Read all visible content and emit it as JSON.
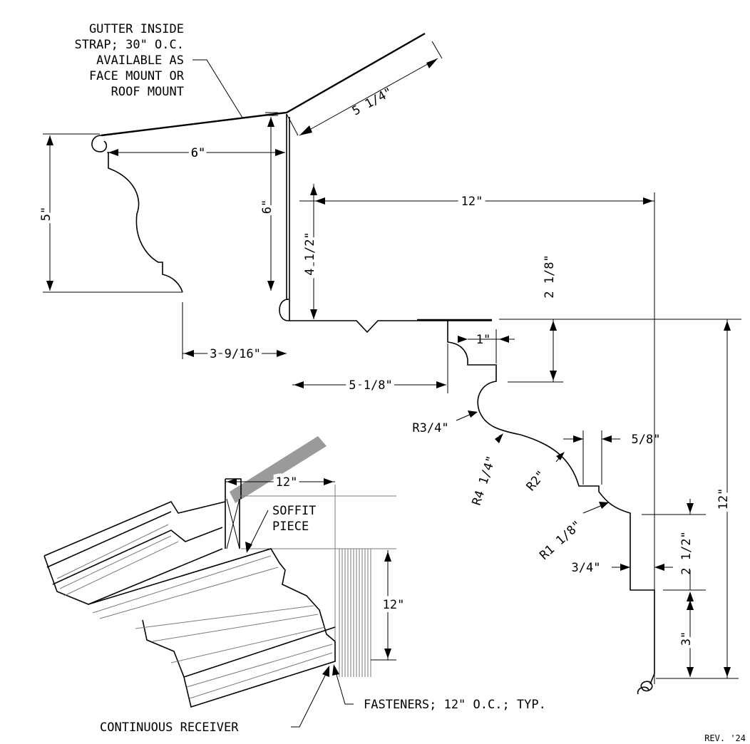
{
  "notes": {
    "gutter_strap": [
      "GUTTER INSIDE",
      "STRAP; 30\" O.C.",
      "AVAILABLE AS",
      "FACE MOUNT OR",
      "ROOF MOUNT"
    ],
    "soffit_piece": [
      "SOFFIT",
      "PIECE"
    ],
    "fasteners": "FASTENERS; 12\" O.C.; TYP.",
    "continuous_receiver": "CONTINUOUS RECEIVER",
    "revision": "REV. '24"
  },
  "dimensions": {
    "strap_length": "5 1/4\"",
    "gutter_width": "6\"",
    "gutter_height_left": "5\"",
    "gutter_height_back": "6\"",
    "drop": "4 1/2\"",
    "soffit_width": "12\"",
    "bead_offset": "3 9/16\"",
    "lip": "1\"",
    "soffit_return": "5 1/8\"",
    "upper_step": "2 1/8\"",
    "radius_3_4": "R3/4\"",
    "radius_4_1_4": "R4 1/4\"",
    "radius_2": "R2\"",
    "step_5_8": "5/8\"",
    "radius_1_1_8": "R1 1/8\"",
    "fillet_3_4": "3/4\"",
    "fascia_height": "12\"",
    "lower_step": "2 1/2\"",
    "bottom_flange": "3\"",
    "iso_width": "12\"",
    "iso_height": "12\""
  }
}
